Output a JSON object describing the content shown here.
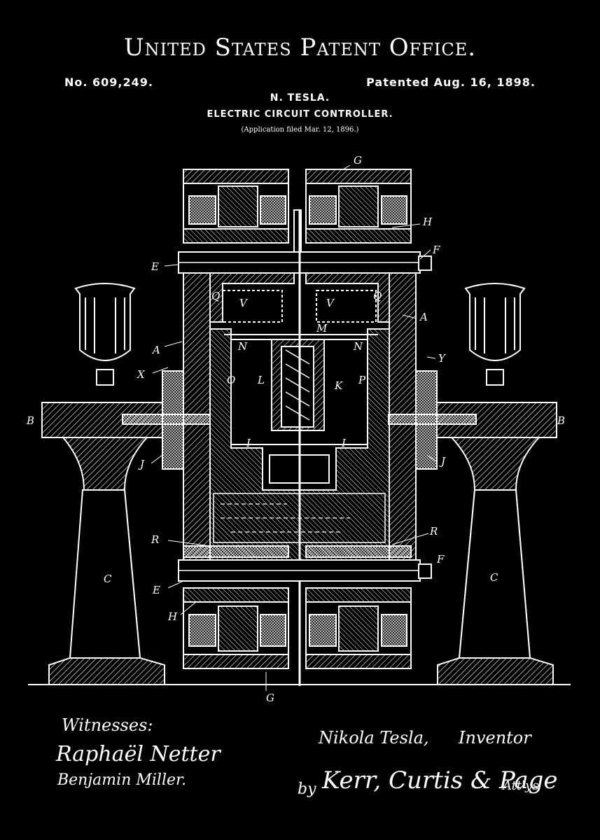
{
  "header": {
    "office": "United States Patent Office.",
    "patent_number": "No. 609,249.",
    "patent_date": "Patented Aug. 16, 1898.",
    "inventor": "N. TESLA.",
    "invention_title": "ELECTRIC CIRCUIT CONTROLLER.",
    "application_filed": "(Application filed Mar. 12, 1896.)"
  },
  "labels": {
    "G_top": "G",
    "G_bottom": "G",
    "H_top": "H",
    "H_bottom": "H",
    "F_top": "F",
    "F_bottom": "F",
    "E_top": "E",
    "E_bottom": "E",
    "Q_left": "Q",
    "Q_right": "Q",
    "V_left": "V",
    "V_right": "V",
    "A_left": "A",
    "A_right": "A",
    "M": "M",
    "N_left": "N",
    "N_right": "N",
    "X": "X",
    "Y": "Y",
    "O": "O",
    "L": "L",
    "K": "K",
    "P": "P",
    "B_left": "B",
    "B_right": "B",
    "I_left": "I",
    "I_right": "I",
    "J_left": "J",
    "J_right": "J",
    "R_left": "R",
    "R_right": "R",
    "C_left": "C",
    "C_right": "C"
  },
  "footer": {
    "witnesses_label": "Witnesses:",
    "witness_1": "Raphaël Netter",
    "witness_2": "Benjamin Miller.",
    "inventor_signature": "Nikola Tesla,",
    "inventor_role": "Inventor",
    "by": "by",
    "attorney_signature": "Kerr, Curtis & Page",
    "attorneys_abbr": "Att'ys"
  },
  "colors": {
    "background": "#000000",
    "ink": "#ffffff"
  }
}
